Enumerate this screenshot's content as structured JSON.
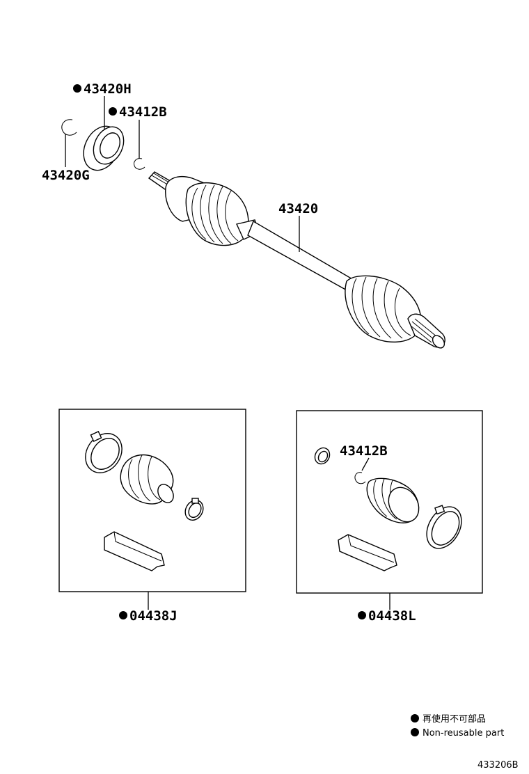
{
  "labels": {
    "p43420H": "43420H",
    "p43412B_top": "43412B",
    "p43420G": "43420G",
    "p43420": "43420",
    "p43412B_box": "43412B",
    "p04438J": "04438J",
    "p04438L": "04438L"
  },
  "legend": {
    "jp": "再使用不可部品",
    "en": "Non-reusable part"
  },
  "ref_code": "433206B",
  "colors": {
    "line": "#000000",
    "background": "#ffffff"
  }
}
